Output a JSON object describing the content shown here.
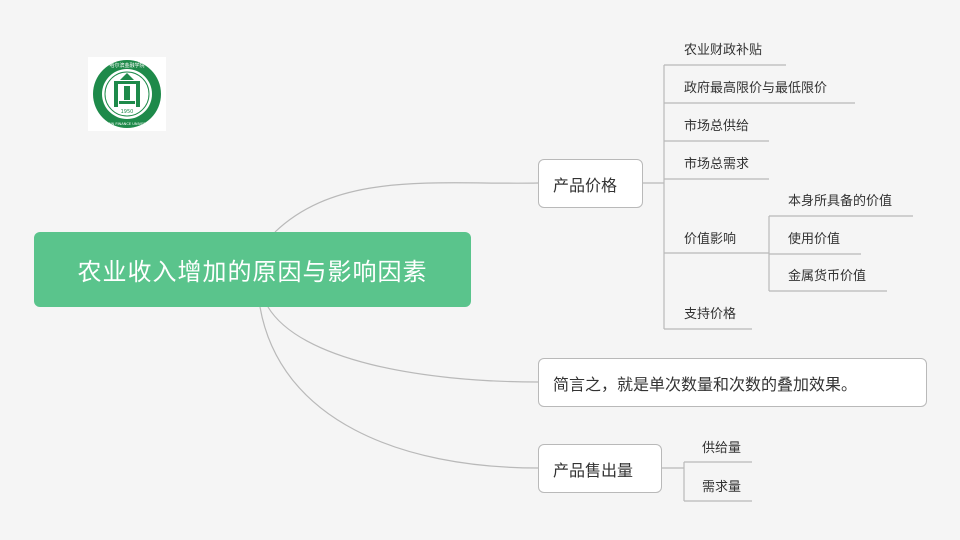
{
  "root": {
    "label": "农业收入增加的原因与影响因素"
  },
  "logo": {
    "text": "哈尔滨金融学院",
    "english": "HARBIN FINANCE UNIVERSITY",
    "year": "1950"
  },
  "branches": {
    "price": {
      "label": "产品价格",
      "items": {
        "subsidy": "农业财政补贴",
        "limit": "政府最高限价与最低限价",
        "supply": "市场总供给",
        "demand": "市场总需求",
        "value": "价值影响",
        "support": "支持价格"
      },
      "value_items": {
        "intrinsic": "本身所具备的价值",
        "use": "使用价值",
        "metal": "金属货币价值"
      }
    },
    "summary": {
      "label": "简言之，就是单次数量和次数的叠加效果。"
    },
    "sales": {
      "label": "产品售出量",
      "items": {
        "supply": "供给量",
        "demand": "需求量"
      }
    }
  },
  "colors": {
    "root": "#5ac48c",
    "logo": "#1e8a4a",
    "line": "#b9b9b9",
    "background": "#f5f5f5"
  }
}
